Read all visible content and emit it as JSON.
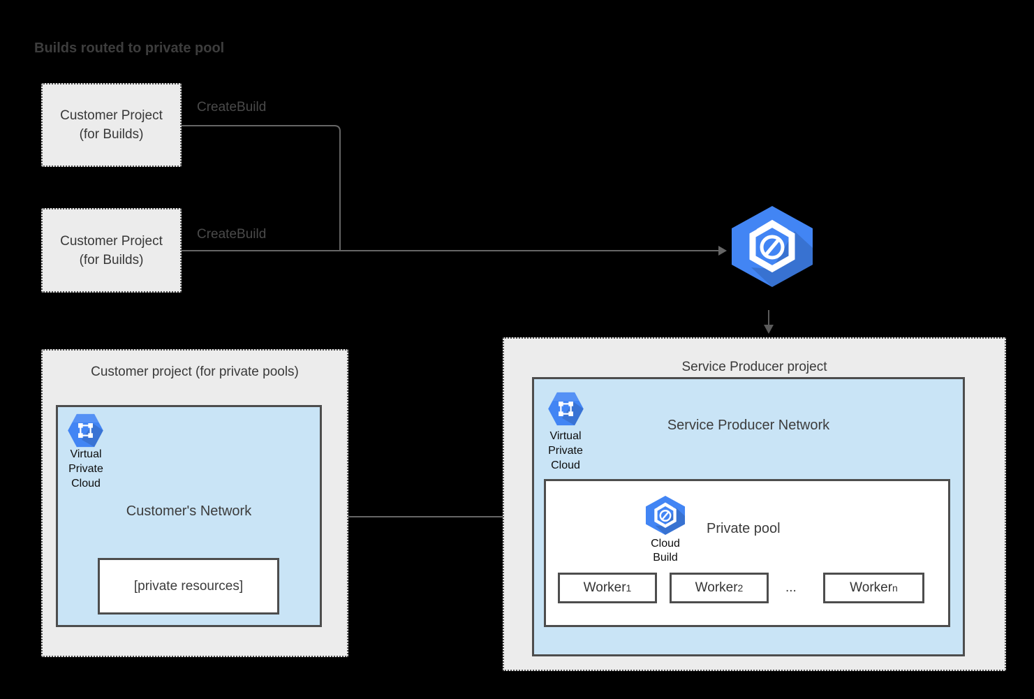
{
  "title": "Builds routed to private pool",
  "colors": {
    "background": "#000000",
    "accent_blue": "#4285f4",
    "project_fill": "#ececec",
    "network_fill": "#c9e4f6",
    "solid_border": "#4d4d4d",
    "connector_line": "#666666"
  },
  "build_requests": {
    "box1": {
      "line1": "Customer Project",
      "line2": "(for Builds)"
    },
    "box2": {
      "line1": "Customer Project",
      "line2": "(for Builds)"
    },
    "label1": "CreateBuild",
    "label2": "CreateBuild"
  },
  "icons": {
    "cloud_build_service": "cloud-build-icon",
    "vpc": "virtual-private-cloud-icon"
  },
  "customer_pool_project": {
    "title": "Customer project (for private pools)",
    "network": {
      "vpc_label": {
        "line1": "Virtual",
        "line2": "Private",
        "line3": "Cloud"
      },
      "name": "Customer's Network",
      "private_resources": "[private resources]"
    }
  },
  "service_producer_project": {
    "title": "Service Producer project",
    "network": {
      "vpc_label": {
        "line1": "Virtual",
        "line2": "Private",
        "line3": "Cloud"
      },
      "name": "Service Producer Network",
      "private_pool": {
        "name": "Private pool",
        "icon_label": {
          "line1": "Cloud",
          "line2": "Build"
        },
        "workers": [
          {
            "base": "Worker",
            "sub": "1"
          },
          {
            "base": "Worker",
            "sub": "2"
          },
          {
            "base": "Worker",
            "sub": "n"
          }
        ],
        "ellipsis": "..."
      }
    }
  }
}
